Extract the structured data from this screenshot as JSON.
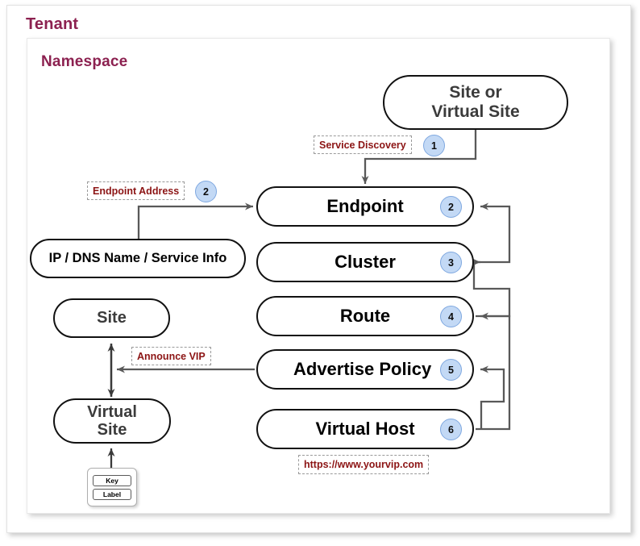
{
  "frames": {
    "tenant_label": "Tenant",
    "namespace_label": "Namespace"
  },
  "colors": {
    "frame_title": "#8c2150",
    "annotation_text": "#8c1414",
    "badge_fill": "#c3d9f5",
    "badge_border": "#7fa8e0",
    "node_border": "#111111",
    "node_text_dark": "#3b3b3b",
    "node_text_black": "#000000",
    "wire": "#595959"
  },
  "nodes": [
    {
      "id": "site-or-virtual-site",
      "label": "Site or\nVirtual Site",
      "line1": "Site or",
      "line2": "Virtual Site",
      "badge": null
    },
    {
      "id": "endpoint",
      "label": "Endpoint",
      "badge": "2"
    },
    {
      "id": "cluster",
      "label": "Cluster",
      "badge": "3"
    },
    {
      "id": "route",
      "label": "Route",
      "badge": "4"
    },
    {
      "id": "advertise-policy",
      "label": "Advertise Policy",
      "badge": "5"
    },
    {
      "id": "virtual-host",
      "label": "Virtual Host",
      "badge": "6"
    },
    {
      "id": "ip-dns-service",
      "label": "IP / DNS Name / Service Info",
      "badge": null
    },
    {
      "id": "site",
      "label": "Site",
      "badge": null
    },
    {
      "id": "virtual-site",
      "label": "Virtual\nSite",
      "line1": "Virtual",
      "line2": "Site",
      "badge": null
    }
  ],
  "annotations": [
    {
      "id": "service-discovery",
      "text": "Service Discovery",
      "badge": "1"
    },
    {
      "id": "endpoint-address",
      "text": "Endpoint Address",
      "badge": "2"
    },
    {
      "id": "announce-vip",
      "text": "Announce VIP",
      "badge": null
    },
    {
      "id": "vip-url",
      "text": "https://www.yourvip.com",
      "badge": null
    }
  ],
  "legend": {
    "key_label": "Key",
    "value_label": "Label"
  }
}
